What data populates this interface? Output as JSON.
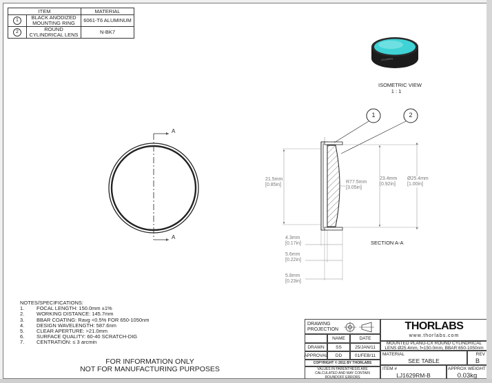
{
  "bom": {
    "header": {
      "item": "ITEM",
      "material": "MATERIAL"
    },
    "rows": [
      {
        "num": "1",
        "item_line1": "BLACK ANODIZED",
        "item_line2": "MOUNTING RING",
        "material": "6061-T6 ALUMINUM"
      },
      {
        "num": "2",
        "item_line1": "ROUND",
        "item_line2": "CYLINDRICAL LENS",
        "material": "N-BK7"
      }
    ]
  },
  "iso": {
    "title": "ISOMETRIC VIEW",
    "scale": "1 : 1"
  },
  "balloons": [
    "1",
    "2"
  ],
  "section": {
    "marker": "A",
    "label": "SECTION A-A",
    "dim_height": {
      "mm": "21.5mm",
      "in": "[0.85in]"
    },
    "dim_radius": {
      "mm": "R77.5mm",
      "in": "[3.05in]"
    },
    "dim_clear": {
      "mm": "23.4mm",
      "in": "[0.92in]"
    },
    "dim_dia": {
      "mm": "Ø25.4mm",
      "in": "[1.00in]"
    },
    "dim_t1": {
      "mm": "4.3mm",
      "in": "[0.17in]"
    },
    "dim_t2": {
      "mm": "5.6mm",
      "in": "[0.22in]"
    },
    "dim_t3": {
      "mm": "5.8mm",
      "in": "[0.23in]"
    }
  },
  "notes": {
    "heading": "NOTES/SPECIFICATIONS:",
    "items": [
      {
        "n": "1.",
        "text": "FOCAL LENGTH: 150.0mm ±1%"
      },
      {
        "n": "2.",
        "text": "WORKING DISTANCE: 145.7mm"
      },
      {
        "n": "3.",
        "text": "BBAR COATING: Ravg <0.5% FOR 650-1050nm"
      },
      {
        "n": "4.",
        "text": "DESIGN WAVELENGTH: 587.6nm"
      },
      {
        "n": "5.",
        "text": "CLEAR APERTURE: >21.0mm"
      },
      {
        "n": "6.",
        "text": "SURFACE QUALITY: 60-40 SCRATCH-DIG"
      },
      {
        "n": "7.",
        "text": "CENTRATION: ≤ 3 arcmin"
      }
    ]
  },
  "disclaimer": {
    "line1": "FOR INFORMATION ONLY",
    "line2": "NOT FOR MANUFACTURING PURPOSES"
  },
  "title_block": {
    "drawing_projection": "DRAWING PROJECTION",
    "logo": "THORLABS",
    "url": "www.thorlabs.com",
    "col_name": "NAME",
    "col_date": "DATE",
    "drawn": {
      "label": "DRAWN",
      "name": "SS",
      "date": "25/JAN/11"
    },
    "approval": {
      "label": "APPROVAL",
      "name": "DD",
      "date": "01/FEB/11"
    },
    "copyright": "COPYRIGHT © 2011 BY THORLABS",
    "values_note": "VALUES IN PARENTHESIS ARE CALCULATED AND MAY CONTAIN ROUNDOFF ERRORS",
    "desc_line1": "MOUNTED PLANO-CX ROUND CYLINDRICAL",
    "desc_line2": "LENS Ø25.4mm, f=150.0mm, BBAR:650-1050nm",
    "material_label": "MATERIAL",
    "material_value": "SEE TABLE",
    "rev_label": "REV",
    "rev_value": "B",
    "item_label": "ITEM #",
    "item_value": "LJ1629RM-B",
    "weight_label": "APPROX WEIGHT",
    "weight_value": "0.03kg"
  },
  "colors": {
    "lens_tint": "#3fd3d6",
    "ring": "#2b2b2b"
  }
}
